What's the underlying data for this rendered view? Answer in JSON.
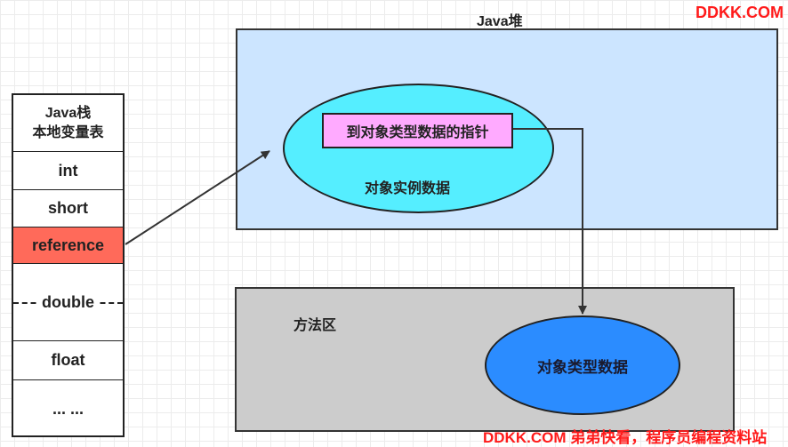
{
  "stack": {
    "title_line1": "Java栈",
    "title_line2": "本地变量表",
    "slots": [
      "int",
      "short",
      "reference",
      "double",
      "float",
      "... ..."
    ]
  },
  "heap": {
    "label": "Java堆",
    "object": {
      "pointer_label": "到对象类型数据的指针",
      "instance_label": "对象实例数据"
    }
  },
  "method_area": {
    "label": "方法区",
    "type_data_label": "对象类型数据"
  },
  "watermarks": {
    "top": "DDKK.COM",
    "bottom": "DDKK.COM 弟弟快看，程序员编程资料站"
  },
  "colors": {
    "heap_fill": "#cce5ff",
    "method_area_fill": "#cccccc",
    "reference_fill": "#ff6a5a",
    "object_ellipse_fill": "#55eeff",
    "pointer_box_fill": "#ffaaff",
    "type_ellipse_fill": "#2b8cff",
    "watermark": "#ff1a1a"
  }
}
